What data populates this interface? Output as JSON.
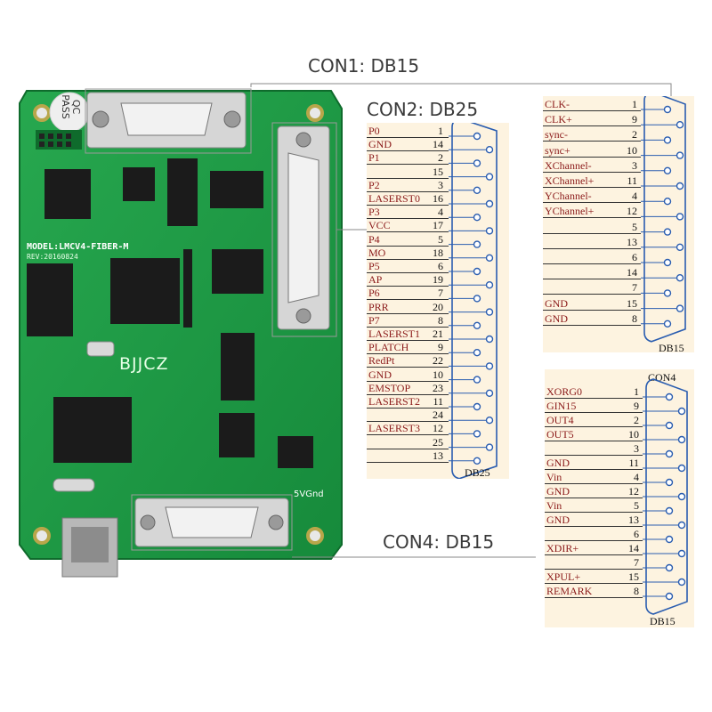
{
  "callouts": {
    "con1": "CON1: DB15",
    "con2": "CON2: DB25",
    "con4": "CON4: DB15"
  },
  "board": {
    "colors": {
      "pcb": "#1f9a45",
      "pcb_dark": "#137a33",
      "chip": "#1b1b1b",
      "metal": "#c9c9c9",
      "silk": "#ffffff"
    },
    "model_text": "MODEL:LMCV4-FIBER-M",
    "rev_text": "REV:20160824",
    "brand": "BJJCZ",
    "qc_sticker": [
      "QC",
      "PASS"
    ],
    "power_label": "5VGnd"
  },
  "con2": {
    "connector_label": "DB25",
    "rows": [
      {
        "sig": "P0",
        "pin": "1"
      },
      {
        "sig": "GND",
        "pin": "14"
      },
      {
        "sig": "P1",
        "pin": "2"
      },
      {
        "sig": "",
        "pin": "15"
      },
      {
        "sig": "P2",
        "pin": "3"
      },
      {
        "sig": "LASERST0",
        "pin": "16"
      },
      {
        "sig": "P3",
        "pin": "4"
      },
      {
        "sig": "VCC",
        "pin": "17"
      },
      {
        "sig": "P4",
        "pin": "5"
      },
      {
        "sig": "MO",
        "pin": "18"
      },
      {
        "sig": "P5",
        "pin": "6"
      },
      {
        "sig": "AP",
        "pin": "19"
      },
      {
        "sig": "P6",
        "pin": "7"
      },
      {
        "sig": "PRR",
        "pin": "20"
      },
      {
        "sig": "P7",
        "pin": "8"
      },
      {
        "sig": "LASERST1",
        "pin": "21"
      },
      {
        "sig": "PLATCH",
        "pin": "9"
      },
      {
        "sig": "RedPt",
        "pin": "22"
      },
      {
        "sig": "GND",
        "pin": "10"
      },
      {
        "sig": "EMSTOP",
        "pin": "23"
      },
      {
        "sig": "LASERST2",
        "pin": "11"
      },
      {
        "sig": "",
        "pin": "24"
      },
      {
        "sig": "LASERST3",
        "pin": "12"
      },
      {
        "sig": "",
        "pin": "25"
      },
      {
        "sig": "",
        "pin": "13"
      }
    ]
  },
  "con1": {
    "connector_label": "DB15",
    "rows": [
      {
        "sig": "CLK-",
        "pin": "1"
      },
      {
        "sig": "CLK+",
        "pin": "9"
      },
      {
        "sig": "sync-",
        "pin": "2"
      },
      {
        "sig": "sync+",
        "pin": "10"
      },
      {
        "sig": "XChannel-",
        "pin": "3"
      },
      {
        "sig": "XChannel+",
        "pin": "11"
      },
      {
        "sig": "YChannel-",
        "pin": "4"
      },
      {
        "sig": "YChannel+",
        "pin": "12"
      },
      {
        "sig": "",
        "pin": "5"
      },
      {
        "sig": "",
        "pin": "13"
      },
      {
        "sig": "",
        "pin": "6"
      },
      {
        "sig": "",
        "pin": "14"
      },
      {
        "sig": "",
        "pin": "7"
      },
      {
        "sig": "GND",
        "pin": "15"
      },
      {
        "sig": "GND",
        "pin": "8"
      }
    ]
  },
  "con4": {
    "title": "CON4",
    "connector_label": "DB15",
    "rows": [
      {
        "sig": "XORG0",
        "pin": "1"
      },
      {
        "sig": "GIN15",
        "pin": "9"
      },
      {
        "sig": "OUT4",
        "pin": "2"
      },
      {
        "sig": "OUT5",
        "pin": "10"
      },
      {
        "sig": "",
        "pin": "3"
      },
      {
        "sig": "GND",
        "pin": "11"
      },
      {
        "sig": "Vin",
        "pin": "4"
      },
      {
        "sig": "GND",
        "pin": "12"
      },
      {
        "sig": "Vin",
        "pin": "5"
      },
      {
        "sig": "GND",
        "pin": "13"
      },
      {
        "sig": "",
        "pin": "6"
      },
      {
        "sig": "XDIR+",
        "pin": "14"
      },
      {
        "sig": "",
        "pin": "7"
      },
      {
        "sig": "XPUL+",
        "pin": "15"
      },
      {
        "sig": "REMARK",
        "pin": "8"
      }
    ]
  }
}
